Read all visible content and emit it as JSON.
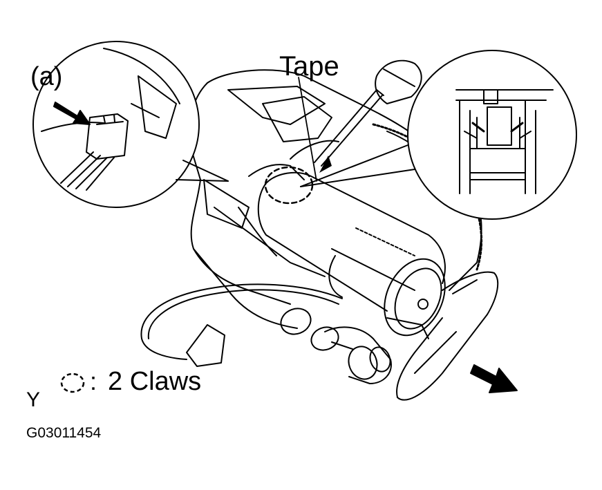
{
  "labels": {
    "detail_a": "(a)",
    "tape": "Tape",
    "claws_legend": "2 Claws",
    "view_mark": "Y",
    "figure_id": "G03011454"
  },
  "icons": {
    "legend": "dashed-circle-icon",
    "pull_direction": "arrow-right-down-icon",
    "connector_push": "arrow-down-right-icon"
  },
  "colors": {
    "ink": "#000000",
    "background": "#ffffff"
  }
}
